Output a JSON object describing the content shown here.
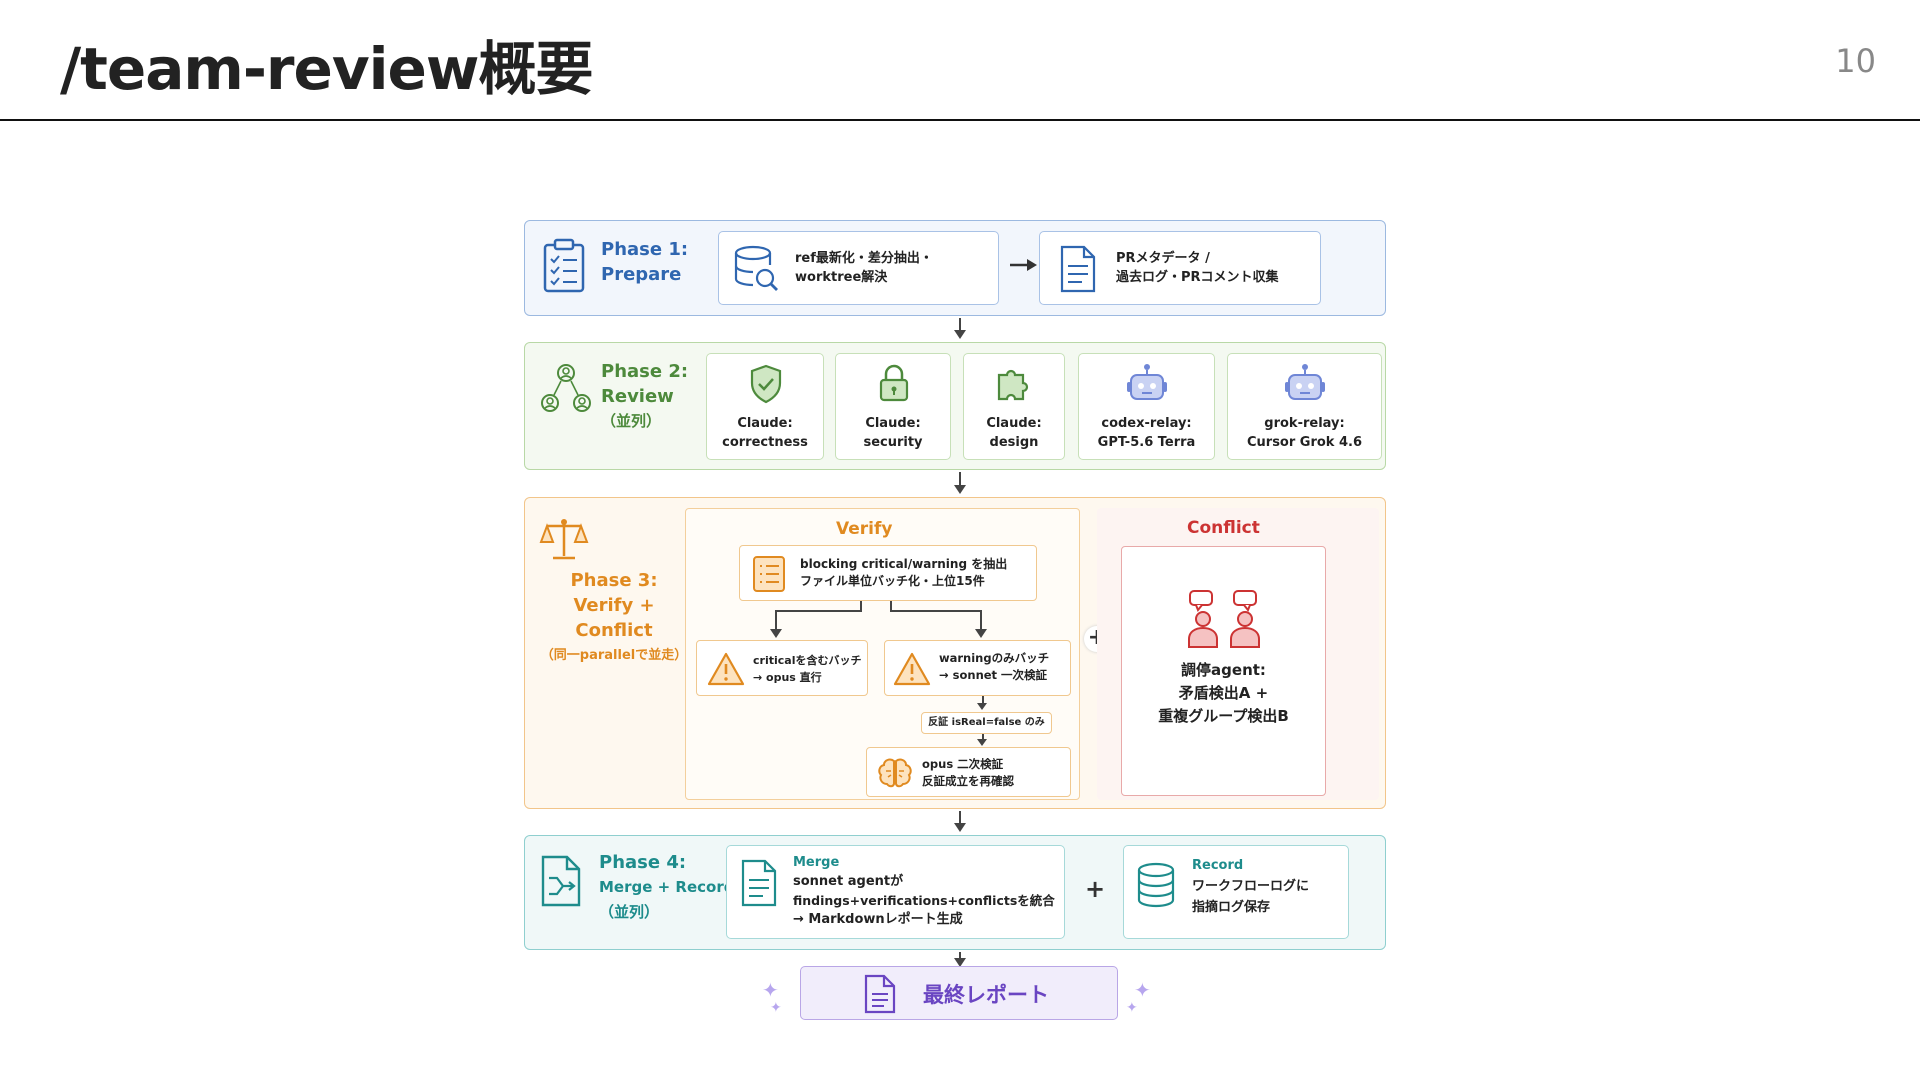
{
  "slide": {
    "title": "/team-review概要",
    "page_number": "10"
  },
  "phase1": {
    "title": "Phase 1:",
    "subtitle": "Prepare",
    "steps": [
      {
        "line1": "ref最新化・差分抽出・",
        "line2": "worktree解決"
      },
      {
        "line1": "PRメタデータ /",
        "line2": "過去ログ・PRコメント収集"
      }
    ]
  },
  "phase2": {
    "title": "Phase 2:",
    "subtitle": "Review",
    "note": "（並列）",
    "reviewers": [
      {
        "line1": "Claude:",
        "line2": "correctness"
      },
      {
        "line1": "Claude:",
        "line2": "security"
      },
      {
        "line1": "Claude:",
        "line2": "design"
      },
      {
        "line1": "codex-relay:",
        "line2": "GPT-5.6 Terra"
      },
      {
        "line1": "grok-relay:",
        "line2": "Cursor Grok 4.6"
      }
    ]
  },
  "phase3": {
    "title": "Phase 3:",
    "subtitle": "Verify + Conflict",
    "note": "（同一parallelで並走）",
    "verify": {
      "title": "Verify",
      "extract": {
        "line1": "blocking critical/warning を抽出",
        "line2": "ファイル単位バッチ化・上位15件"
      },
      "critical": {
        "line1": "criticalを含むバッチ",
        "line2": "→ opus 直行"
      },
      "warning": {
        "line1": "warningのみバッチ",
        "line2": "→ sonnet 一次検証"
      },
      "filter": "反証 isReal=false のみ",
      "opus": {
        "line1": "opus 二次検証",
        "line2": "反証成立を再確認"
      }
    },
    "plus": "+",
    "conflict": {
      "title": "Conflict",
      "line1": "調停agent:",
      "line2": "矛盾検出A +",
      "line3": "重複グループ検出B"
    }
  },
  "phase4": {
    "title": "Phase 4:",
    "subtitle": "Merge + Record",
    "note": "（並列）",
    "merge": {
      "title": "Merge",
      "line1": "sonnet agentが",
      "line2": "findings+verifications+conflictsを統合",
      "line3": "→ Markdownレポート生成"
    },
    "plus": "+",
    "record": {
      "title": "Record",
      "line1": "ワークフローログに",
      "line2": "指摘ログ保存"
    }
  },
  "final": {
    "label": "最終レポート"
  },
  "colors": {
    "phase1": "#2f66b0",
    "phase2": "#4d8a3c",
    "phase3": "#e08a20",
    "conflict": "#cc3333",
    "phase4": "#1e8c8c",
    "final": "#6a45c2"
  }
}
